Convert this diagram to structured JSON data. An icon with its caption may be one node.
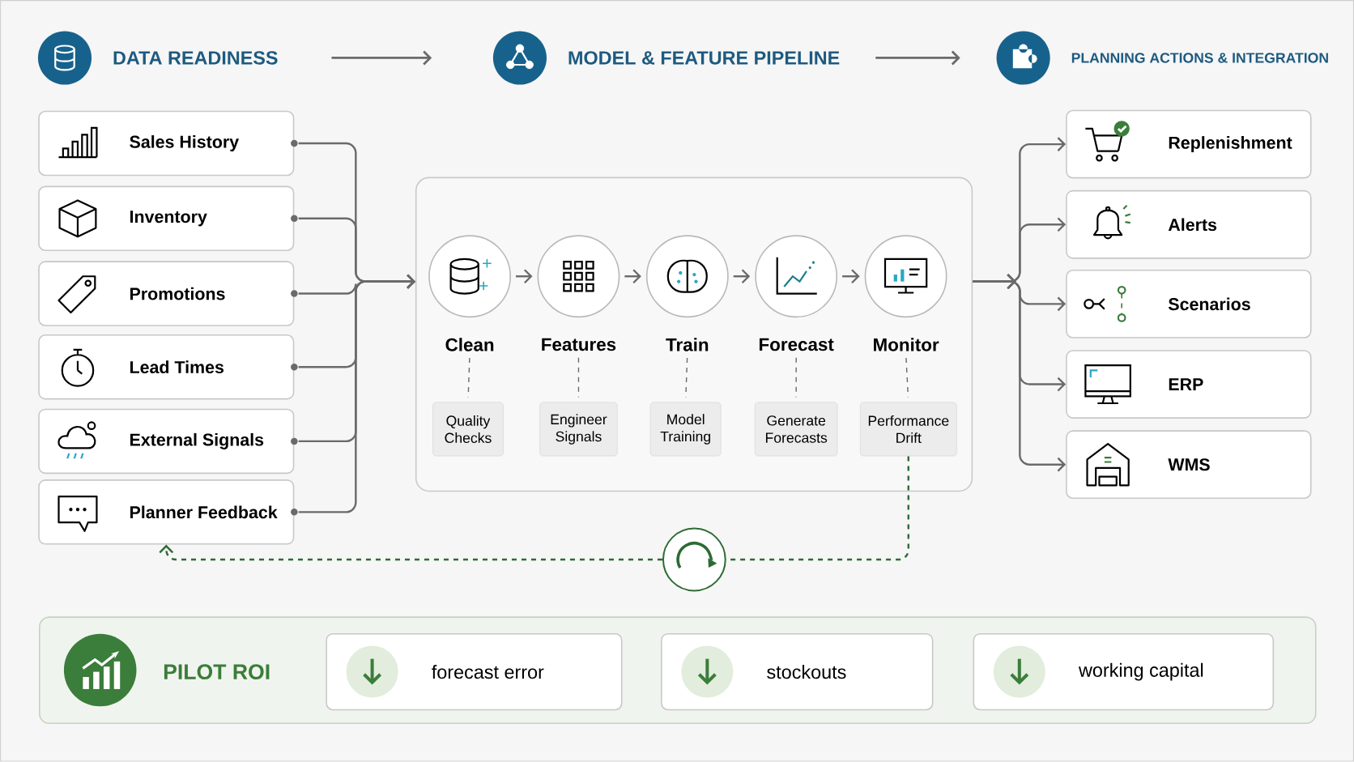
{
  "diagram": {
    "nodes": [
      {
        "text": [
          "DATA READINESS"
        ]
      },
      {
        "text": [
          "MODEL & FEATURE PIPELINE"
        ]
      },
      {
        "text": [
          "PLANNING ACTIONS & INTEGRATION"
        ]
      },
      {
        "text": [
          "Sales History"
        ]
      },
      {
        "text": [
          "Inventory"
        ]
      },
      {
        "text": [
          "Promotions"
        ]
      },
      {
        "text": [
          "Lead Times"
        ]
      },
      {
        "text": [
          "External Signals"
        ]
      },
      {
        "text": [
          "Planner Feedback"
        ]
      },
      {
        "text": [],
        "shape": "box"
      },
      {
        "text": [
          "Clean"
        ],
        "in": 9
      },
      {
        "text": [
          "Features"
        ],
        "in": 9
      },
      {
        "text": [
          "Train"
        ],
        "in": 9
      },
      {
        "text": [
          "Forecast"
        ],
        "in": 9
      },
      {
        "text": [
          "Monitor"
        ],
        "in": 9
      },
      {
        "text": [
          "Quality Checks"
        ],
        "in": 9
      },
      {
        "text": [
          "Engineer Signals"
        ],
        "in": 9
      },
      {
        "text": [
          "Model Training"
        ],
        "in": 9
      },
      {
        "text": [
          "Generate Forecasts"
        ],
        "in": 9
      },
      {
        "text": [
          "Performance Drift"
        ],
        "in": 9
      },
      {
        "text": [
          "Replenishment"
        ]
      },
      {
        "text": [
          "Alerts"
        ]
      },
      {
        "text": [
          "Scenarios"
        ]
      },
      {
        "text": [
          "ERP"
        ]
      },
      {
        "text": [
          "WMS"
        ]
      },
      {
        "text": [],
        "shape": "circle"
      },
      {
        "text": [
          "PILOT ROI"
        ]
      },
      {
        "text": [
          "forecast error"
        ],
        "in": 26
      },
      {
        "text": [
          "stockouts"
        ],
        "in": 26
      },
      {
        "text": [
          "working capital"
        ],
        "in": 26
      }
    ],
    "edges": [
      {
        "from": 0,
        "to": 1,
        "arrow": "to"
      },
      {
        "from": 1,
        "to": 2,
        "arrow": "to"
      },
      {
        "from": 3,
        "to": 9,
        "arrow": "to"
      },
      {
        "from": 4,
        "to": 9,
        "arrow": "to"
      },
      {
        "from": 5,
        "to": 9,
        "arrow": "to"
      },
      {
        "from": 6,
        "to": 9,
        "arrow": "to"
      },
      {
        "from": 7,
        "to": 9,
        "arrow": "to"
      },
      {
        "from": 8,
        "to": 9,
        "arrow": "to"
      },
      {
        "from": 10,
        "to": 11,
        "arrow": "to"
      },
      {
        "from": 11,
        "to": 12,
        "arrow": "to"
      },
      {
        "from": 12,
        "to": 13,
        "arrow": "to"
      },
      {
        "from": 13,
        "to": 14,
        "arrow": "to"
      },
      {
        "from": 10,
        "to": 15,
        "arrow": "none",
        "style": "dashed"
      },
      {
        "from": 11,
        "to": 16,
        "arrow": "none",
        "style": "dashed"
      },
      {
        "from": 12,
        "to": 17,
        "arrow": "none",
        "style": "dashed"
      },
      {
        "from": 13,
        "to": 18,
        "arrow": "none",
        "style": "dashed"
      },
      {
        "from": 14,
        "to": 19,
        "arrow": "none",
        "style": "dashed"
      },
      {
        "from": 9,
        "to": 20,
        "arrow": "to"
      },
      {
        "from": 9,
        "to": 21,
        "arrow": "to"
      },
      {
        "from": 9,
        "to": 22,
        "arrow": "to"
      },
      {
        "from": 9,
        "to": 23,
        "arrow": "to"
      },
      {
        "from": 9,
        "to": 24,
        "arrow": "to"
      },
      {
        "from": 19,
        "to": 25,
        "arrow": "none",
        "style": "dashed",
        "color": "#2e6b34"
      },
      {
        "from": 25,
        "to": 8,
        "arrow": "to",
        "style": "dashed",
        "color": "#2e6b34"
      }
    ]
  }
}
